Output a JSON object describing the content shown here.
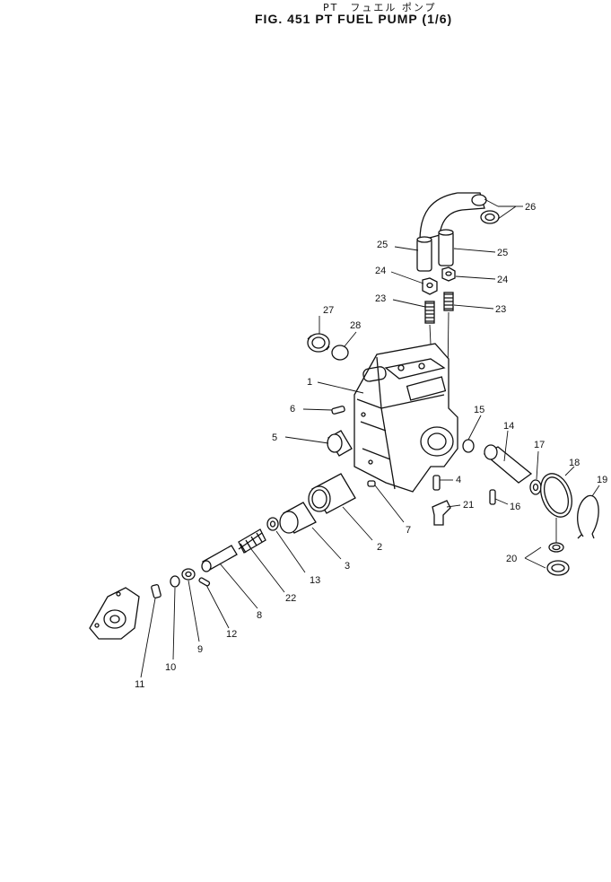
{
  "header": {
    "subtitle": "PT　フュエル ポンプ",
    "title": "FIG. 451  PT  FUEL  PUMP  (1/6)"
  },
  "callouts": [
    {
      "id": "c1",
      "label": "1"
    },
    {
      "id": "c2",
      "label": "2"
    },
    {
      "id": "c3",
      "label": "3"
    },
    {
      "id": "c4",
      "label": "4"
    },
    {
      "id": "c5",
      "label": "5"
    },
    {
      "id": "c6",
      "label": "6"
    },
    {
      "id": "c7",
      "label": "7"
    },
    {
      "id": "c8",
      "label": "8"
    },
    {
      "id": "c9",
      "label": "9"
    },
    {
      "id": "c10",
      "label": "10"
    },
    {
      "id": "c11",
      "label": "11"
    },
    {
      "id": "c12",
      "label": "12"
    },
    {
      "id": "c13",
      "label": "13"
    },
    {
      "id": "c14",
      "label": "14"
    },
    {
      "id": "c15",
      "label": "15"
    },
    {
      "id": "c16",
      "label": "16"
    },
    {
      "id": "c17",
      "label": "17"
    },
    {
      "id": "c18",
      "label": "18"
    },
    {
      "id": "c19",
      "label": "19"
    },
    {
      "id": "c20",
      "label": "20"
    },
    {
      "id": "c21",
      "label": "21"
    },
    {
      "id": "c22",
      "label": "22"
    },
    {
      "id": "c23a",
      "label": "23"
    },
    {
      "id": "c23b",
      "label": "23"
    },
    {
      "id": "c24a",
      "label": "24"
    },
    {
      "id": "c24b",
      "label": "24"
    },
    {
      "id": "c25a",
      "label": "25"
    },
    {
      "id": "c25b",
      "label": "25"
    },
    {
      "id": "c26",
      "label": "26"
    },
    {
      "id": "c27",
      "label": "27"
    },
    {
      "id": "c28",
      "label": "28"
    }
  ]
}
